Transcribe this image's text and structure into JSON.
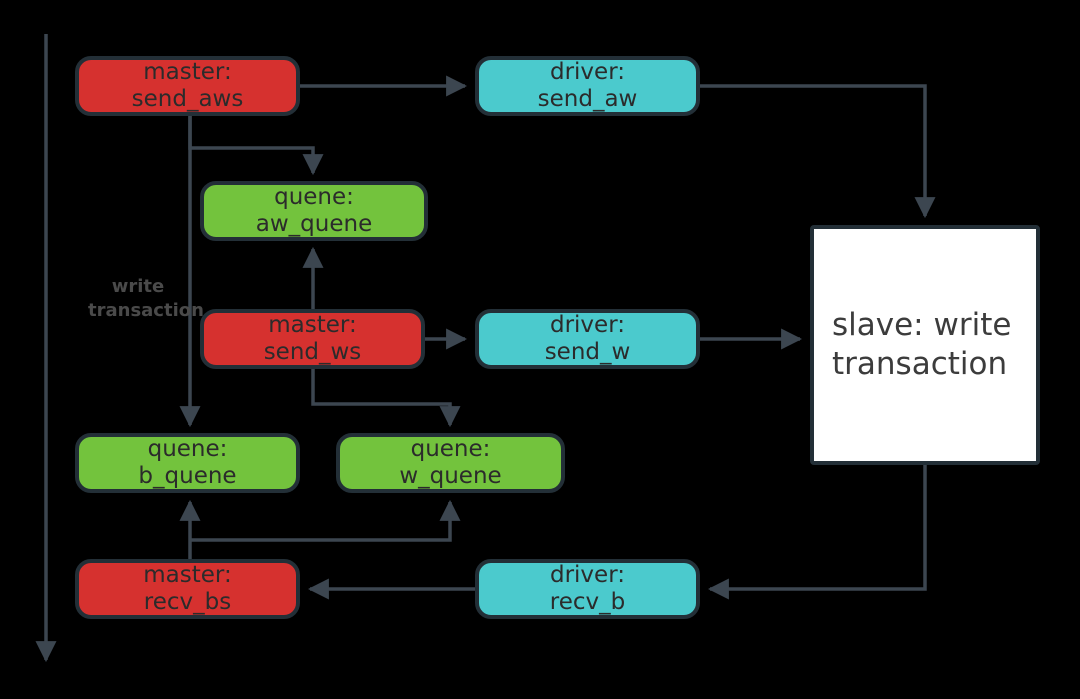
{
  "diagram": {
    "background_color": "#000000",
    "title": "",
    "axis": {
      "label": "write\ntransaction",
      "direction": "downward",
      "color": "#4a4a4a"
    },
    "colors": {
      "master": "#d6312f",
      "quene": "#73c33d",
      "driver": "#4bcacd",
      "slave": "#ffffff",
      "stroke": "#232f37",
      "edge": "#3c4650",
      "text": "#2b2b2b"
    },
    "nodes": [
      {
        "id": "master_send_aws",
        "label": "master:\nsend_aws",
        "kind": "master",
        "shape": "pill"
      },
      {
        "id": "driver_send_aw",
        "label": "driver:\nsend_aw",
        "kind": "driver",
        "shape": "pill"
      },
      {
        "id": "quene_aw_quene",
        "label": "quene:\naw_quene",
        "kind": "quene",
        "shape": "pill"
      },
      {
        "id": "master_send_ws",
        "label": "master:\nsend_ws",
        "kind": "master",
        "shape": "pill"
      },
      {
        "id": "driver_send_w",
        "label": "driver:\nsend_w",
        "kind": "driver",
        "shape": "pill"
      },
      {
        "id": "slave_write",
        "label": "slave: write\ntransaction",
        "kind": "slave",
        "shape": "square"
      },
      {
        "id": "quene_b_quene",
        "label": "quene:\nb_quene",
        "kind": "quene",
        "shape": "pill"
      },
      {
        "id": "quene_w_quene",
        "label": "quene:\nw_quene",
        "kind": "quene",
        "shape": "pill"
      },
      {
        "id": "master_recv_bs",
        "label": "master:\nrecv_bs",
        "kind": "master",
        "shape": "pill"
      },
      {
        "id": "driver_recv_b",
        "label": "driver:\nrecv_b",
        "kind": "driver",
        "shape": "pill"
      }
    ],
    "edges": [
      {
        "from": "master_send_aws",
        "to": "driver_send_aw"
      },
      {
        "from": "master_send_aws",
        "to": "quene_aw_quene"
      },
      {
        "from": "master_send_aws",
        "to": "quene_b_quene"
      },
      {
        "from": "driver_send_aw",
        "to": "slave_write"
      },
      {
        "from": "master_send_ws",
        "to": "quene_aw_quene"
      },
      {
        "from": "master_send_ws",
        "to": "driver_send_w"
      },
      {
        "from": "master_send_ws",
        "to": "quene_w_quene"
      },
      {
        "from": "driver_send_w",
        "to": "slave_write"
      },
      {
        "from": "slave_write",
        "to": "driver_recv_b"
      },
      {
        "from": "driver_recv_b",
        "to": "master_recv_bs"
      },
      {
        "from": "master_recv_bs",
        "to": "quene_b_quene"
      },
      {
        "from": "master_recv_bs",
        "to": "quene_w_quene"
      }
    ]
  }
}
